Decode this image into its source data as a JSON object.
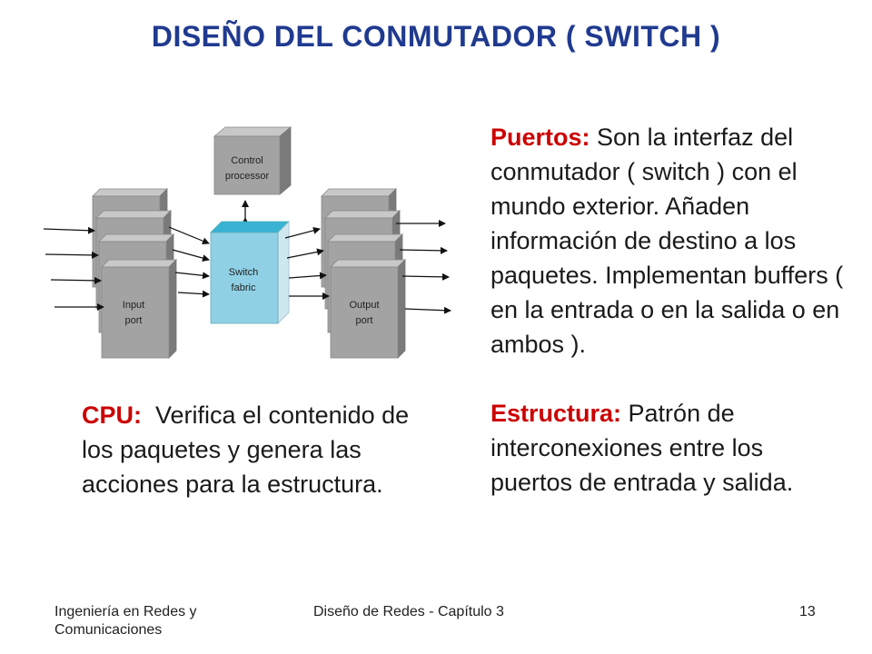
{
  "slide": {
    "title": "DISEÑO DEL CONMUTADOR  ( SWITCH )"
  },
  "diagram": {
    "control_processor": [
      "Control",
      "processor"
    ],
    "switch_fabric": [
      "Switch",
      "fabric"
    ],
    "input_port": [
      "Input",
      "port"
    ],
    "output_port": [
      "Output",
      "port"
    ]
  },
  "text": {
    "puertos_label": "Puertos:",
    "puertos_body": " Son la interfaz del conmutador ( switch ) con el mundo exterior. Añaden información de destino a los paquetes. Implementan buffers ( en la entrada o en la salida o en ambos ).",
    "estructura_label": "Estructura:",
    "estructura_body": " Patrón de interconexiones entre los puertos de entrada y salida.",
    "cpu_label": "CPU:",
    "cpu_body": "  Verifica el contenido de los paquetes y genera las acciones para la estructura."
  },
  "footer": {
    "left": "Ingeniería en Redes y Comunicaciones",
    "center": "Diseño de Redes  -  Capítulo 3",
    "page": "13"
  },
  "colors": {
    "title": "#1f3a8f",
    "keyword": "#cc0000",
    "port_face": "#a3a3a3",
    "fabric_face": "#8fd0e4"
  }
}
